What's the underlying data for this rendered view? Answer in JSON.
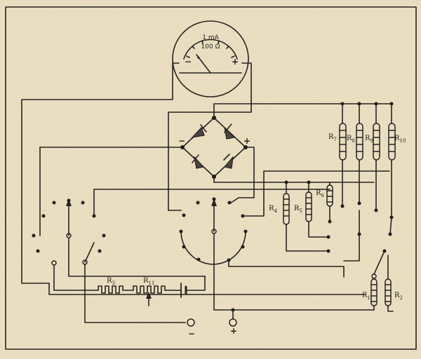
{
  "meter": {
    "range": "1 mA",
    "resistance": "100 Ω",
    "minus": "−",
    "plus": "+"
  },
  "bridge": {
    "minus": "−",
    "plus": "+"
  },
  "terminals": {
    "minus": "−",
    "plus": "+"
  },
  "resistors": {
    "r1": "R",
    "r1_sub": "1",
    "r2": "R",
    "r2_sub": "2",
    "r3": "R",
    "r3_sub": "3",
    "r4": "R",
    "r4_sub": "4",
    "r5": "R",
    "r5_sub": "5",
    "r6": "R",
    "r6_sub": "6",
    "r7": "R",
    "r7_sub": "7",
    "r8": "R",
    "r8_sub": "8",
    "r9": "R",
    "r9_sub": "9",
    "r10": "R",
    "r10_sub": "10",
    "r11": "R",
    "r11_sub": "11"
  }
}
